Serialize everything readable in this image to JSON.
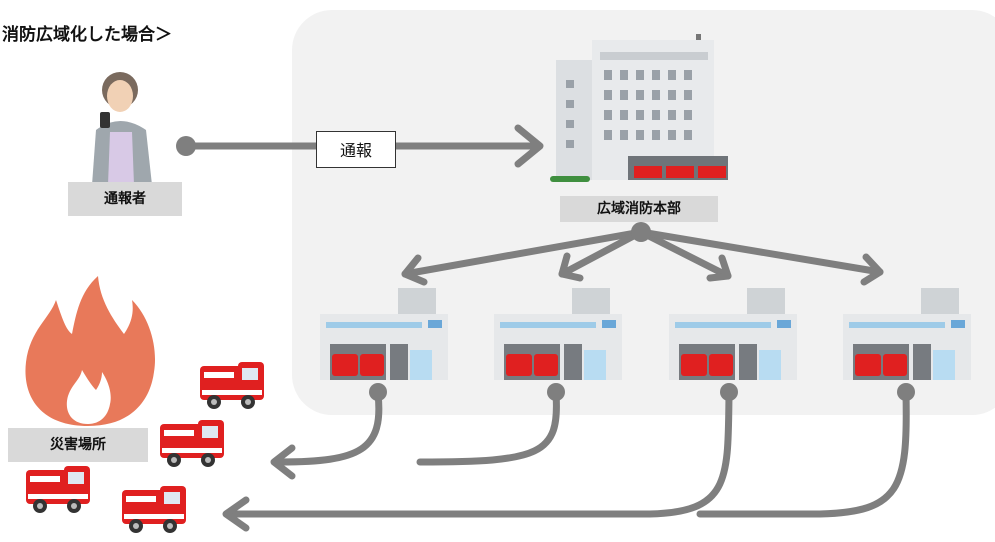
{
  "title": "消防広域化した場合＞",
  "labels": {
    "caller": "通報者",
    "hq": "広域消防本部",
    "site": "災害場所",
    "report": "通報"
  },
  "stations_count": 4,
  "colors": {
    "region_bg": "#f2f2f2",
    "arrow": "#7f7f7f",
    "label_bg": "#d9d9d9",
    "flame": "#e8795a",
    "truck": "#e02020"
  }
}
